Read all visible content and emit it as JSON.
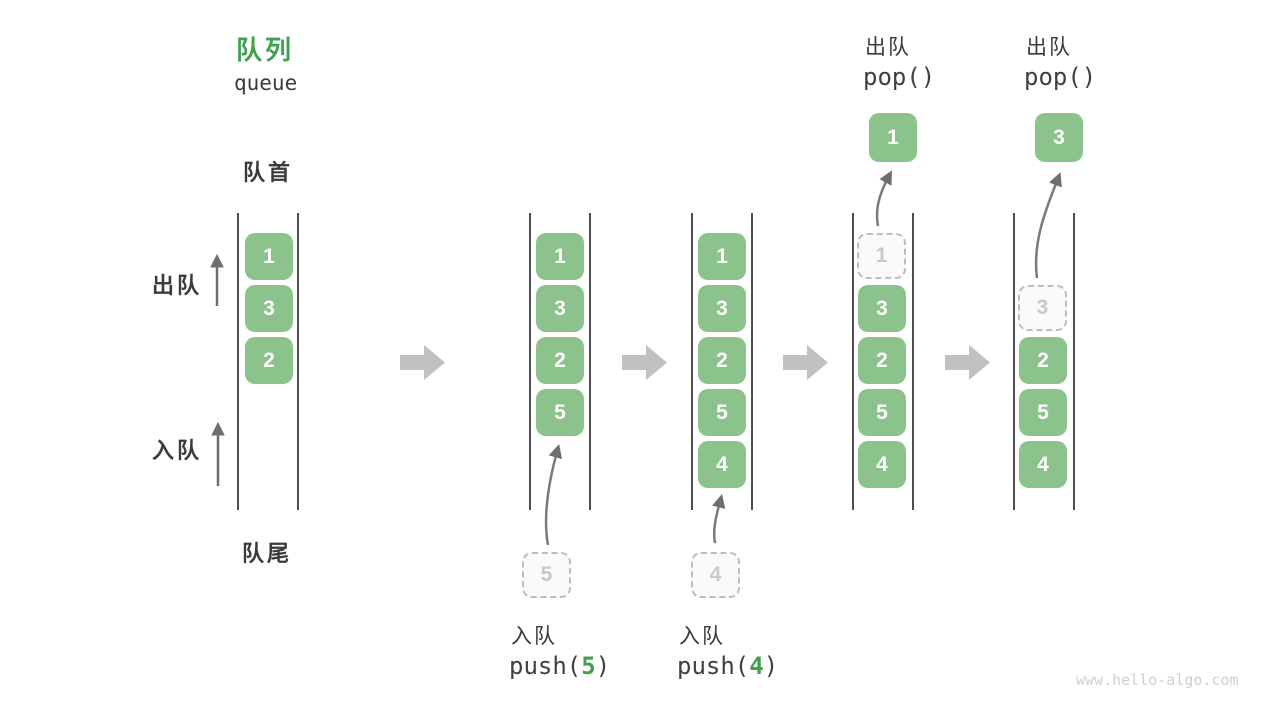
{
  "title": {
    "zh": "队列",
    "en": "queue"
  },
  "labels": {
    "front": "队首",
    "rear": "队尾",
    "side_dequeue": "出队",
    "side_enqueue": "入队"
  },
  "states": {
    "s1": {
      "boxes": [
        "1",
        "3",
        "2"
      ]
    },
    "s2": {
      "boxes": [
        "1",
        "3",
        "2",
        "5"
      ],
      "staged": "5",
      "op": {
        "label": "入队",
        "code_pre": "push(",
        "arg": "5",
        "code_post": ")"
      }
    },
    "s3": {
      "boxes": [
        "1",
        "3",
        "2",
        "5",
        "4"
      ],
      "staged": "4",
      "op": {
        "label": "入队",
        "code_pre": "push(",
        "arg": "4",
        "code_post": ")"
      }
    },
    "s4": {
      "removed": "1",
      "boxes": [
        "3",
        "2",
        "5",
        "4"
      ],
      "popped": "1",
      "op": {
        "label": "出队",
        "code": "pop()"
      }
    },
    "s5": {
      "removed": "3",
      "boxes": [
        "2",
        "5",
        "4"
      ],
      "popped": "3",
      "op": {
        "label": "出队",
        "code": "pop()"
      }
    }
  },
  "watermark": "www.hello-algo.com",
  "colors": {
    "box_green": "#8CC28C",
    "accent_green": "#3FA14E",
    "block_arrow_gray": "#C1C1C1",
    "line_arrow_gray": "#6E6E6E",
    "text_dark": "#3B3B3B",
    "wall_gray": "#4F4F4F",
    "dashed_border_gray": "#BDBDBD",
    "watermark_gray": "#CFCFCF"
  }
}
